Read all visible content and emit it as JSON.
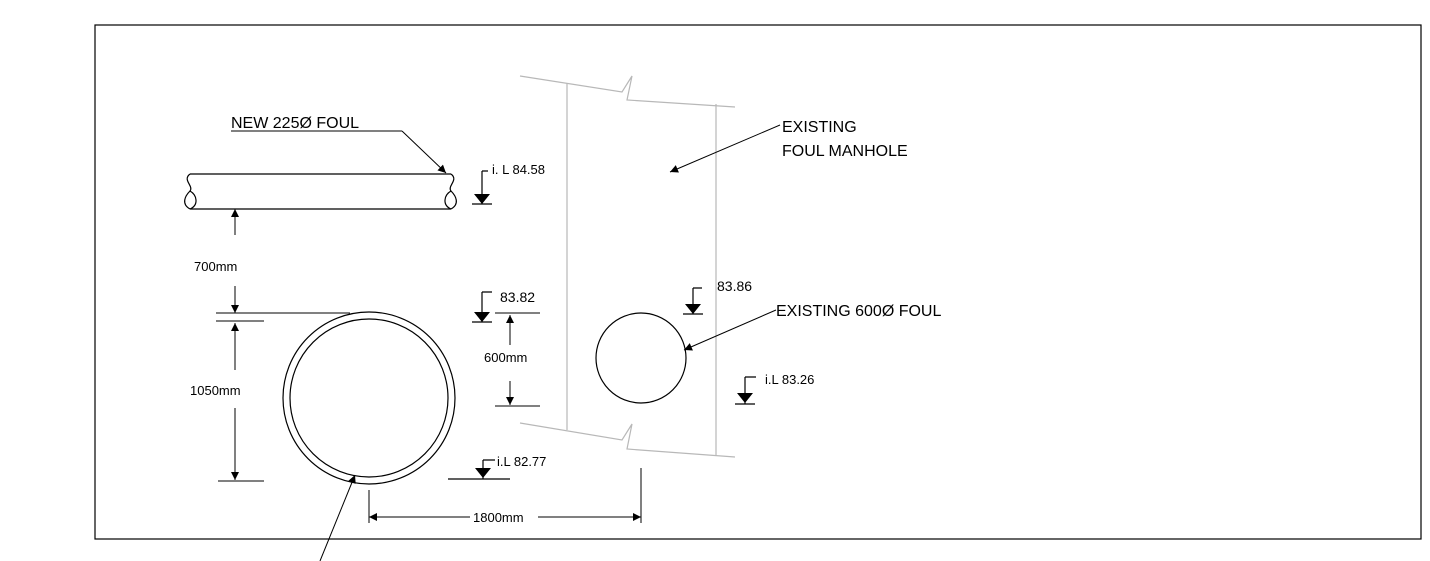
{
  "labels": {
    "new_pipe": "NEW 225Ø FOUL",
    "existing_manhole_line1": "EXISTING",
    "existing_manhole_line2": "FOUL MANHOLE",
    "existing_pipe": "EXISTING 600Ø FOUL"
  },
  "levels": {
    "new_pipe_invert": "i. L 84.58",
    "top_left": "83.82",
    "top_right": "83.86",
    "right_invert": "i.L 83.26",
    "bottom_invert": "i.L 82.77"
  },
  "dimensions": {
    "clearance": "700mm",
    "large_pipe_diameter": "1050mm",
    "existing_pipe_diameter": "600mm",
    "horizontal_offset": "1800mm"
  }
}
